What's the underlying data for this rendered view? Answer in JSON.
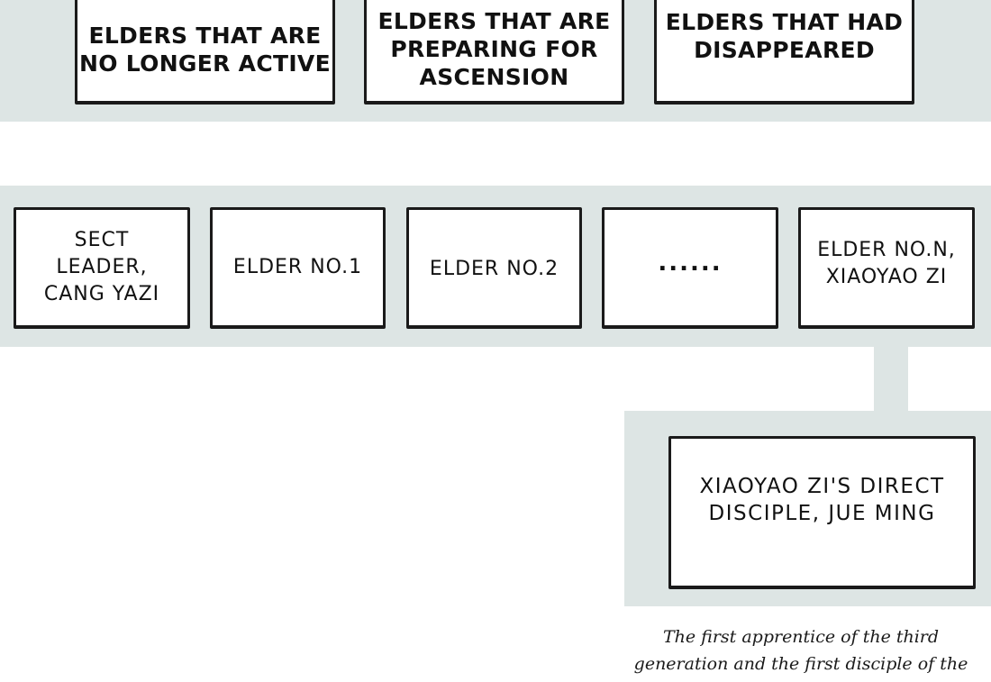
{
  "top_boxes": [
    {
      "text": "Elders that are no longer active"
    },
    {
      "text": "Elders that are preparing for ascension"
    },
    {
      "text": "Elders that had disappeared"
    }
  ],
  "row_boxes": [
    {
      "text": "Sect leader, Cang Yazi"
    },
    {
      "text": "Elder No.1"
    },
    {
      "text": "Elder No.2"
    },
    {
      "text": "......"
    },
    {
      "text": "Elder No.N, Xiaoyao Zi"
    }
  ],
  "disciple_box": {
    "text": "Xiaoyao Zi's direct disciple, Jue Ming"
  },
  "caption": {
    "line1": "The first apprentice of the third",
    "line2": "generation and the first disciple of the"
  },
  "colors": {
    "band": "#dde5e4",
    "border": "#1a1a1a",
    "text": "#111111",
    "background": "#ffffff"
  }
}
